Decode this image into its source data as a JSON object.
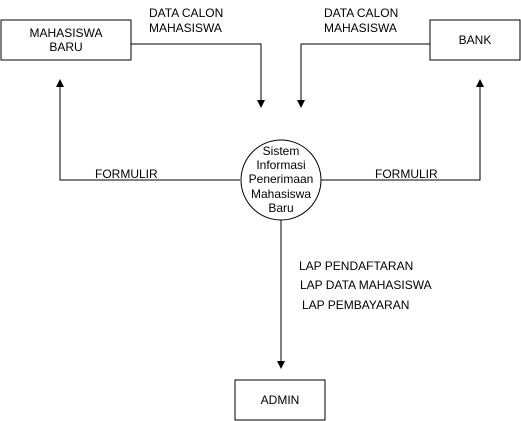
{
  "entities": {
    "mahasiswa_baru": {
      "line1": "MAHASISWA",
      "line2": "BARU"
    },
    "bank": {
      "label": "BANK"
    },
    "admin": {
      "label": "ADMIN"
    }
  },
  "process": {
    "lines": [
      "Sistem",
      "Informasi",
      "Penerimaan",
      "Mahasiswa",
      "Baru"
    ]
  },
  "flows": {
    "mahasiswa_to_system": {
      "line1": "DATA CALON",
      "line2": "MAHASISWA"
    },
    "bank_to_system": {
      "line1": "DATA CALON",
      "line2": "MAHASISWA"
    },
    "system_to_mahasiswa": {
      "label": "FORMULIR"
    },
    "system_to_bank": {
      "label": "FORMULIR"
    },
    "system_to_admin": [
      "LAP PENDAFTARAN",
      "LAP DATA MAHASISWA",
      "LAP PEMBAYARAN"
    ]
  },
  "colors": {
    "stroke": "#000000",
    "fill": "#ffffff",
    "text": "#000000"
  }
}
